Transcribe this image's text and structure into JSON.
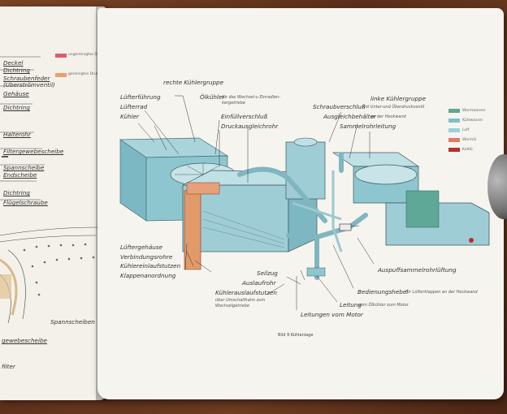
{
  "left_page": {
    "legend": [
      {
        "label": "ungereinigtes Druköl",
        "color": "#e05a6a"
      },
      {
        "label": "gereinigtes Druköl",
        "color": "#e9a06a"
      }
    ],
    "labels": [
      "Deckel",
      "Dichtring",
      "Schraubenfeder",
      "(Überströmventil)",
      "Gehäuse",
      "Dichtring",
      "Halterohr",
      "Filtergewebescheibe",
      "Spannscheibe",
      "Endscheibe",
      "Dichtring",
      "Flügelschraube",
      "Spannscheiben",
      "gewebescheibe",
      "filter"
    ]
  },
  "right_page": {
    "group_right": "rechte Kühlergruppe",
    "group_left": "linke Kühlergruppe",
    "labels_left": [
      "Lüfterführung",
      "Lüfterrad",
      "Kühler",
      "Lüftergehäuse",
      "Verbindungsrohre",
      "Kühlereinlaufstutzen",
      "Klappenanordnung"
    ],
    "oelkuehler": "Ölkühler",
    "oelkuehler_note": "für das Wechsel-u Einradlen-",
    "oelkuehler_note2": "kergetriebe",
    "einfull": "Einfüllverschluß",
    "druckausgleich": "Druckausgleichrohr",
    "schraubverschluss": "Schraubverschluß",
    "schraub_note": "mit Unter-und Überdruckventil",
    "ausgleich": "Ausgleichbehälter",
    "ausgleich_note": "an der Heckwand",
    "sammelrohr": "Sammelrohrleitung",
    "seilzug": "Seilzug",
    "auslaufrohr": "Auslaufrohr",
    "kuehlerauslauf": "Kühlerauslaufstutzen",
    "kuehlerauslauf_note": "über Umschalthahn zum",
    "kuehlerauslauf_note2": "Wechselgetriebe",
    "leitung": "Leitung",
    "leitung_note": "vom Ölkühler zum Motor",
    "leitungen": "Leitungen vom Motor",
    "bedienungshebel": "Bedienungshebel",
    "bedien_note": "für Lüfterklappen an der Heckwand",
    "auspuff": "Auspuffsammelrohrlüftung",
    "legend": [
      {
        "label": "Warmwasser",
        "color": "#5fa898"
      },
      {
        "label": "Kühlwasser",
        "color": "#7fc0c8"
      },
      {
        "label": "Luft",
        "color": "#9cd0d8"
      },
      {
        "label": "Warmöl",
        "color": "#e07a6a"
      },
      {
        "label": "Kaltöl",
        "color": "#b8302a"
      }
    ],
    "caption": "Bild 9   Kühlanlage"
  }
}
